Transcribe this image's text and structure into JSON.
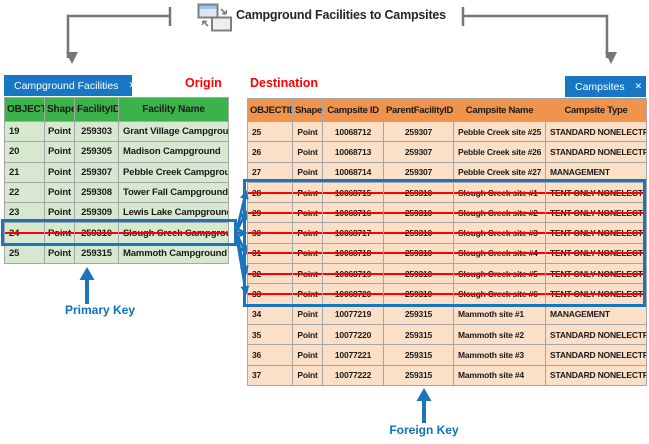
{
  "title": {
    "text": "Campground Facilities to Campsites"
  },
  "labels": {
    "origin": "Origin",
    "destination": "Destination",
    "primary_key": "Primary Key",
    "foreign_key": "Foreign Key"
  },
  "origin_table": {
    "tab": "Campground Facilities",
    "close": "✕",
    "columns": [
      "OBJECTID",
      "Shape",
      "FacilityID",
      "Facility Name"
    ],
    "rows": [
      {
        "cells": [
          "19",
          "Point",
          "259303",
          "Grant Village Campground"
        ],
        "struck": false
      },
      {
        "cells": [
          "20",
          "Point",
          "259305",
          "Madison Campground"
        ],
        "struck": false
      },
      {
        "cells": [
          "21",
          "Point",
          "259307",
          "Pebble Creek Campground"
        ],
        "struck": false
      },
      {
        "cells": [
          "22",
          "Point",
          "259308",
          "Tower Fall Campground"
        ],
        "struck": false
      },
      {
        "cells": [
          "23",
          "Point",
          "259309",
          "Lewis Lake Campground"
        ],
        "struck": false
      },
      {
        "cells": [
          "24",
          "Point",
          "259310",
          "Slough Creek Campground"
        ],
        "struck": true
      },
      {
        "cells": [
          "25",
          "Point",
          "259315",
          "Mammoth Campground"
        ],
        "struck": false
      }
    ]
  },
  "destination_table": {
    "tab": "Campsites",
    "close": "✕",
    "columns": [
      "OBJECTID",
      "Shape",
      "Campsite ID",
      "ParentFacilityID",
      "Campsite Name",
      "Campsite Type"
    ],
    "rows": [
      {
        "cells": [
          "25",
          "Point",
          "10068712",
          "259307",
          "Pebble Creek site #25",
          "STANDARD NONELECTRIC"
        ],
        "struck": false
      },
      {
        "cells": [
          "26",
          "Point",
          "10068713",
          "259307",
          "Pebble Creek site #26",
          "STANDARD NONELECTRIC"
        ],
        "struck": false
      },
      {
        "cells": [
          "27",
          "Point",
          "10068714",
          "259307",
          "Pebble Creek site #27",
          "MANAGEMENT"
        ],
        "struck": false
      },
      {
        "cells": [
          "28",
          "Point",
          "10068715",
          "259310",
          "Slough Creek site #1",
          "TENT ONLY NONELECTRIC"
        ],
        "struck": true
      },
      {
        "cells": [
          "29",
          "Point",
          "10068716",
          "259310",
          "Slough Creek site #2",
          "TENT ONLY NONELECTRIC"
        ],
        "struck": true
      },
      {
        "cells": [
          "30",
          "Point",
          "10068717",
          "259310",
          "Slough Creek site #3",
          "TENT ONLY NONELECTRIC"
        ],
        "struck": true
      },
      {
        "cells": [
          "31",
          "Point",
          "10068718",
          "259310",
          "Slough Creek site #4",
          "TENT ONLY NONELECTRIC"
        ],
        "struck": true
      },
      {
        "cells": [
          "32",
          "Point",
          "10068719",
          "259310",
          "Slough Creek site #5",
          "TENT ONLY NONELECTRIC"
        ],
        "struck": true
      },
      {
        "cells": [
          "33",
          "Point",
          "10068720",
          "259310",
          "Slough Creek site #6",
          "TENT ONLY NONELECTRIC"
        ],
        "struck": true
      },
      {
        "cells": [
          "34",
          "Point",
          "10077219",
          "259315",
          "Mammoth site #1",
          "MANAGEMENT"
        ],
        "struck": false
      },
      {
        "cells": [
          "35",
          "Point",
          "10077220",
          "259315",
          "Mammoth site #2",
          "STANDARD NONELECTRIC"
        ],
        "struck": false
      },
      {
        "cells": [
          "36",
          "Point",
          "10077221",
          "259315",
          "Mammoth site #3",
          "STANDARD NONELECTRIC"
        ],
        "struck": false
      },
      {
        "cells": [
          "37",
          "Point",
          "10077222",
          "259315",
          "Mammoth site #4",
          "STANDARD NONELECTRIC"
        ],
        "struck": false
      }
    ]
  },
  "colors": {
    "tab_blue": "#1777c5",
    "selection_blue": "#1b75bc",
    "key_label_blue": "#0d71bd",
    "origin_header_green": "#3cb24a",
    "origin_row_green": "#d6e8cf",
    "destination_header_orange": "#f0934c",
    "destination_row_orange": "#fbdfc7",
    "strikethrough_red": "#ff0000",
    "connector_gray": "#767676"
  }
}
